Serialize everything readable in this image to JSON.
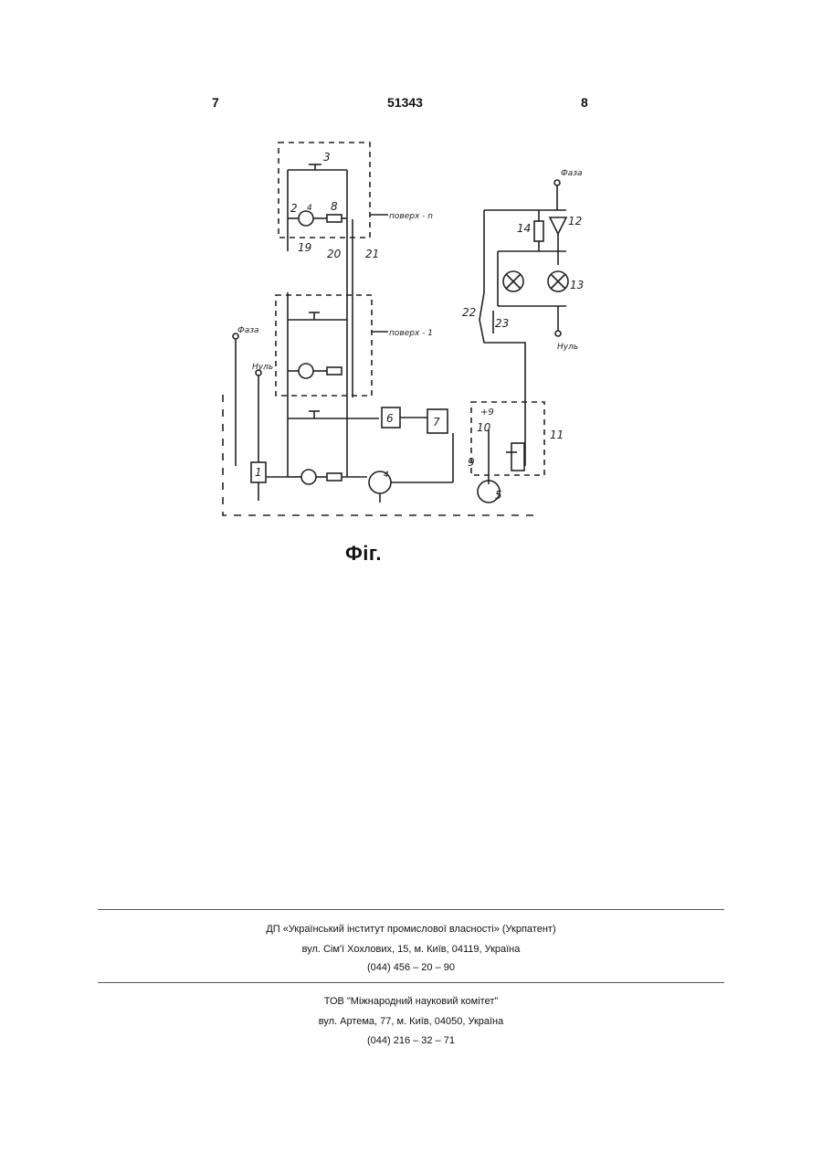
{
  "header": {
    "page_left": "7",
    "patent_number": "51343",
    "page_right": "8"
  },
  "figure": {
    "caption": "Фіг.",
    "labels": {
      "l3": "3",
      "l2": "2",
      "l4a": "4",
      "l8": "8",
      "l19": "19",
      "l20": "20",
      "l21": "21",
      "floor_n": "поверх - n",
      "floor_1": "поверх - 1",
      "faza_left": "Фаза",
      "nul_left": "Нуль",
      "l1": "1",
      "l6": "6",
      "l7": "7",
      "l4b": "4",
      "plus9": "+9",
      "l10": "10",
      "l9": "9",
      "l11": "11",
      "l5": "5",
      "faza_right": "Фаза",
      "l14": "14",
      "l12": "12",
      "l13": "13",
      "l22": "22",
      "l23": "23",
      "nul_right": "Нуль"
    }
  },
  "footer": {
    "org1_name": "ДП «Український інститут промислової власності» (Укрпатент)",
    "org1_address": "вул. Сім'ї Хохлових, 15, м. Київ, 04119, Україна",
    "org1_phone": "(044) 456 – 20 – 90",
    "org2_name": "ТОВ \"Міжнародний науковий комітет\"",
    "org2_address": "вул. Артема, 77, м. Київ, 04050, Україна",
    "org2_phone": "(044) 216 – 32 – 71"
  }
}
